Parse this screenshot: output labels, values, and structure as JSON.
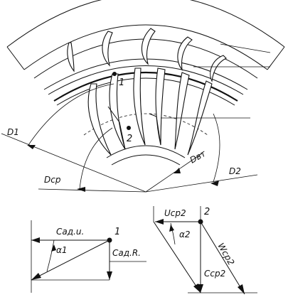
{
  "labels": {
    "d1": "D1",
    "dcp": "Dcp",
    "dbt": "Dвт",
    "d2": "D2",
    "point1": "1",
    "point2": "2",
    "tri1_cau": "Cад.u.",
    "tri1_alpha": "α1",
    "tri1_car": "Cад.R.",
    "tri1_point": "1",
    "tri2_ucp": "Ucp2",
    "tri2_point": "2",
    "tri2_alpha": "α2",
    "tri2_wcp": "Wcp2",
    "tri2_ccp": "Ccp2"
  }
}
